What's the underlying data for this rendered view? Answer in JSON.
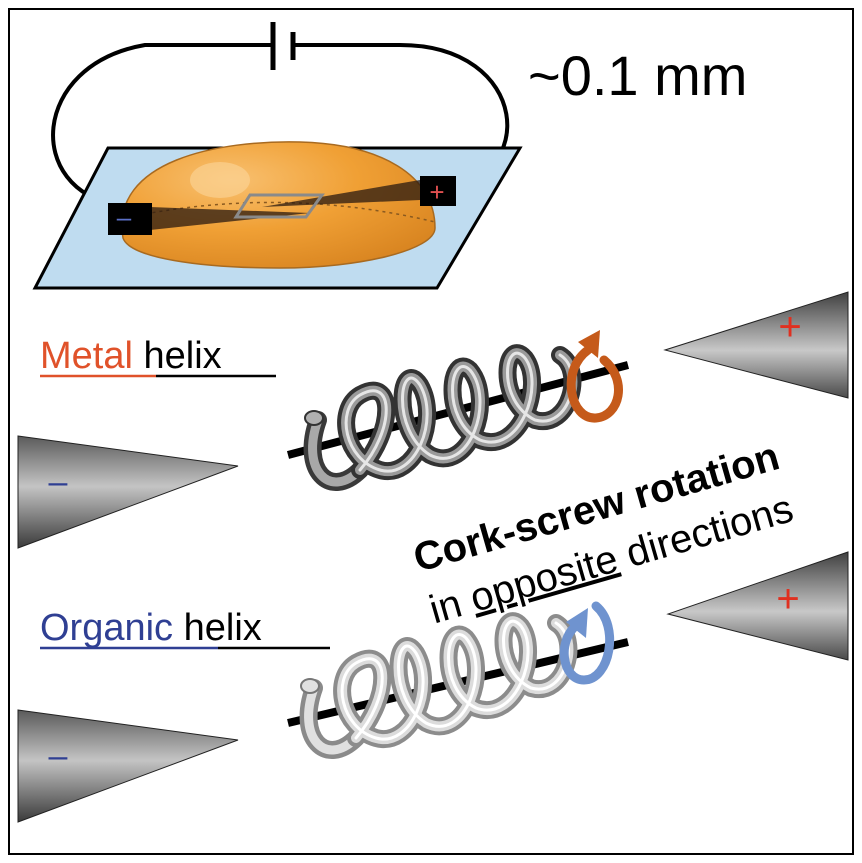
{
  "scale_label": "~0.1 mm",
  "metal_label": {
    "word": "Metal",
    "suffix": " helix"
  },
  "organic_label": {
    "word": "Organic",
    "suffix": " helix"
  },
  "rotation_caption": {
    "line1": "Cork-screw rotation",
    "line2_prefix": "in ",
    "line2_underlined": "opposite",
    "line2_suffix": " directions"
  },
  "polarity": {
    "positive": "+",
    "negative": "–"
  },
  "colors": {
    "metal": "#e0522a",
    "organic": "#2f3f93",
    "metal_arrow": "#c55a1a",
    "organic_arrow": "#6f93cf",
    "droplet": "#f0a035",
    "substrate": "#bfdcf0"
  },
  "icons": {
    "battery": "battery-icon",
    "droplet": "droplet-icon",
    "metal_rotation": "clockwise-arrow-icon",
    "organic_rotation": "counterclockwise-arrow-icon"
  }
}
